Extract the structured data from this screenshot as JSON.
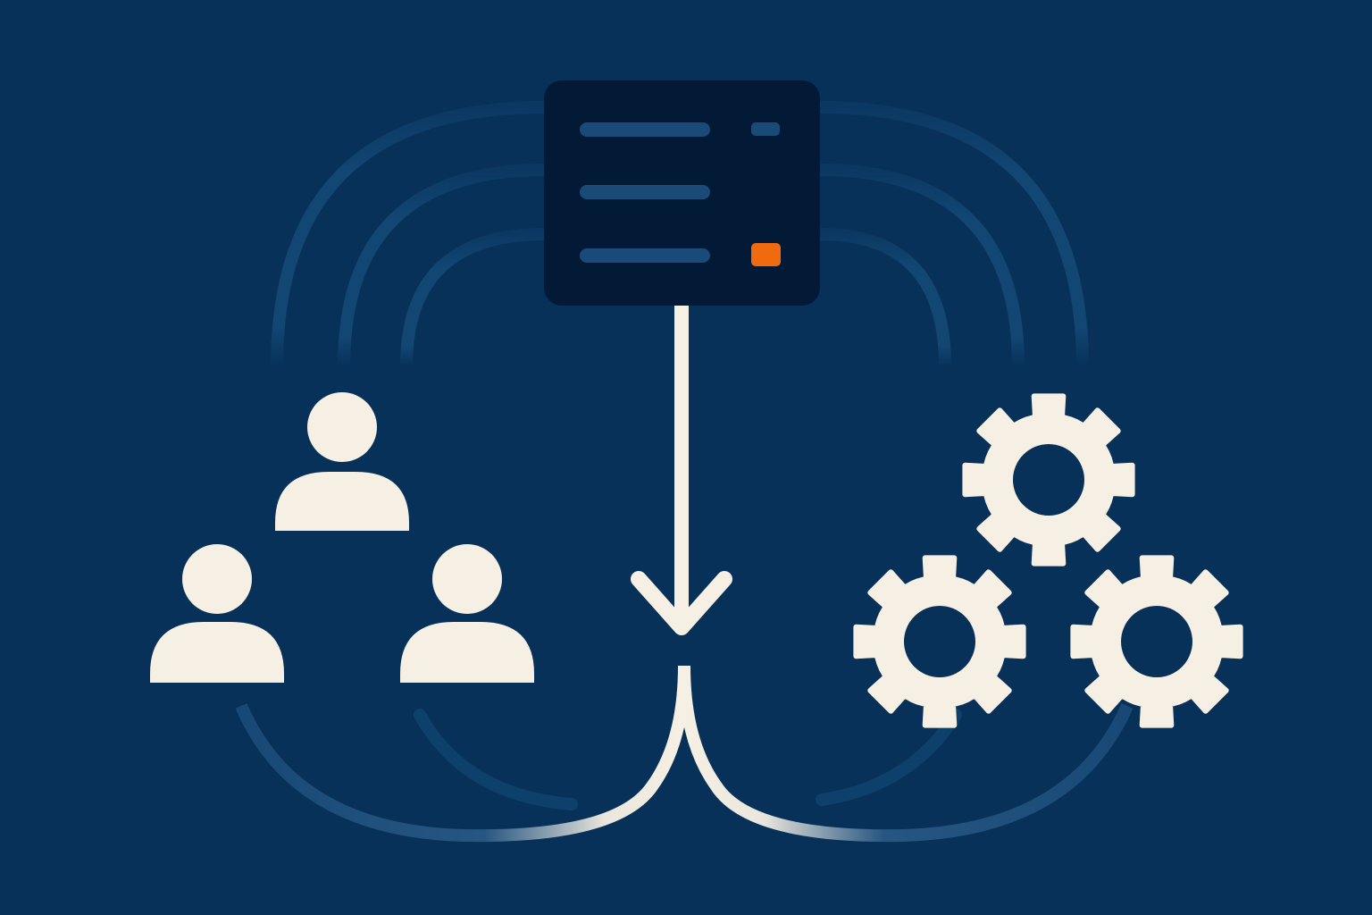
{
  "colors": {
    "background": "#073159",
    "arc_ring": "#124673",
    "panel": "#031a36",
    "panel_bar": "#1a4b78",
    "accent": "#f06a10",
    "foreground": "#f6f0e4"
  },
  "panel": {
    "rows": [
      {
        "indicator": "status-bar"
      },
      {
        "indicator": "none"
      },
      {
        "indicator": "status-dot-accent"
      }
    ]
  },
  "groups": {
    "people": {
      "icon": "person-icon",
      "count": 3
    },
    "gears": {
      "icon": "gear-icon",
      "count": 3
    }
  },
  "connectors": {
    "down_arrow": "arrow-down-icon",
    "split": "fork-connector"
  }
}
